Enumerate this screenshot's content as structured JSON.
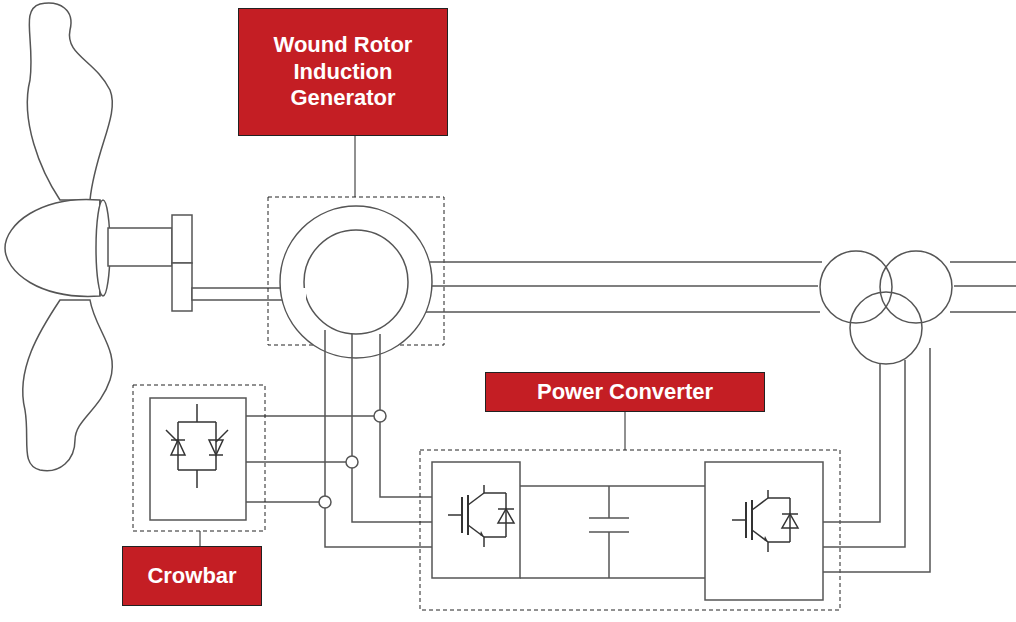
{
  "diagram": {
    "nodes": [
      {
        "text": [
          "Wound Rotor Induction Generator"
        ]
      },
      {
        "text": [
          "Power Converter"
        ]
      },
      {
        "text": [
          "Crowbar"
        ]
      }
    ]
  }
}
